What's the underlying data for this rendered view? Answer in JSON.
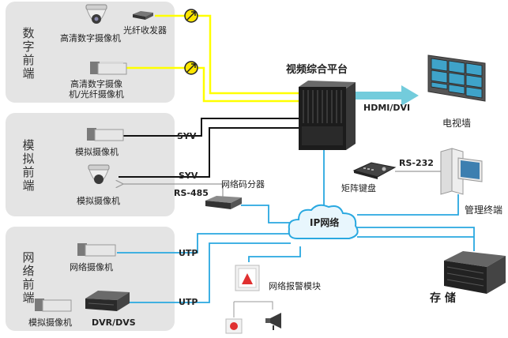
{
  "groups": {
    "digital": "数字前端",
    "analog": "模拟前端",
    "network": "网络前端"
  },
  "devices": {
    "hd_camera_1": "高清数字摄像机",
    "fiber_transceiver": "光纤收发器",
    "hd_camera_2": "高清数字摄像机/光纤摄像机",
    "analog_camera_1": "模拟摄像机",
    "analog_camera_2": "模拟摄像机",
    "network_camera": "网络摄像机",
    "analog_camera_3": "模拟摄像机",
    "dvr": "DVR/DVS",
    "platform": "视频综合平台",
    "tv_wall": "电视墙",
    "matrix_keyboard": "矩阵键盘",
    "management_terminal": "管理终端",
    "storage": "存 储",
    "network_code_splitter": "网络码分器",
    "network_alarm": "网络报警模块",
    "ip_network": "IP网络"
  },
  "links": {
    "hdmi_dvi": "HDMI/DVI",
    "syv_1": "SYV",
    "syv_2": "SYV",
    "rs485": "RS-485",
    "rs232": "RS-232",
    "utp_1": "UTP",
    "utp_2": "UTP"
  },
  "colors": {
    "panel": "#e4e4e4",
    "fiber": "#ffff00",
    "network": "#29a8e0",
    "coax": "#111111",
    "control": "#9a9a9a",
    "hdmi_arrow": "#5bc3d6"
  }
}
